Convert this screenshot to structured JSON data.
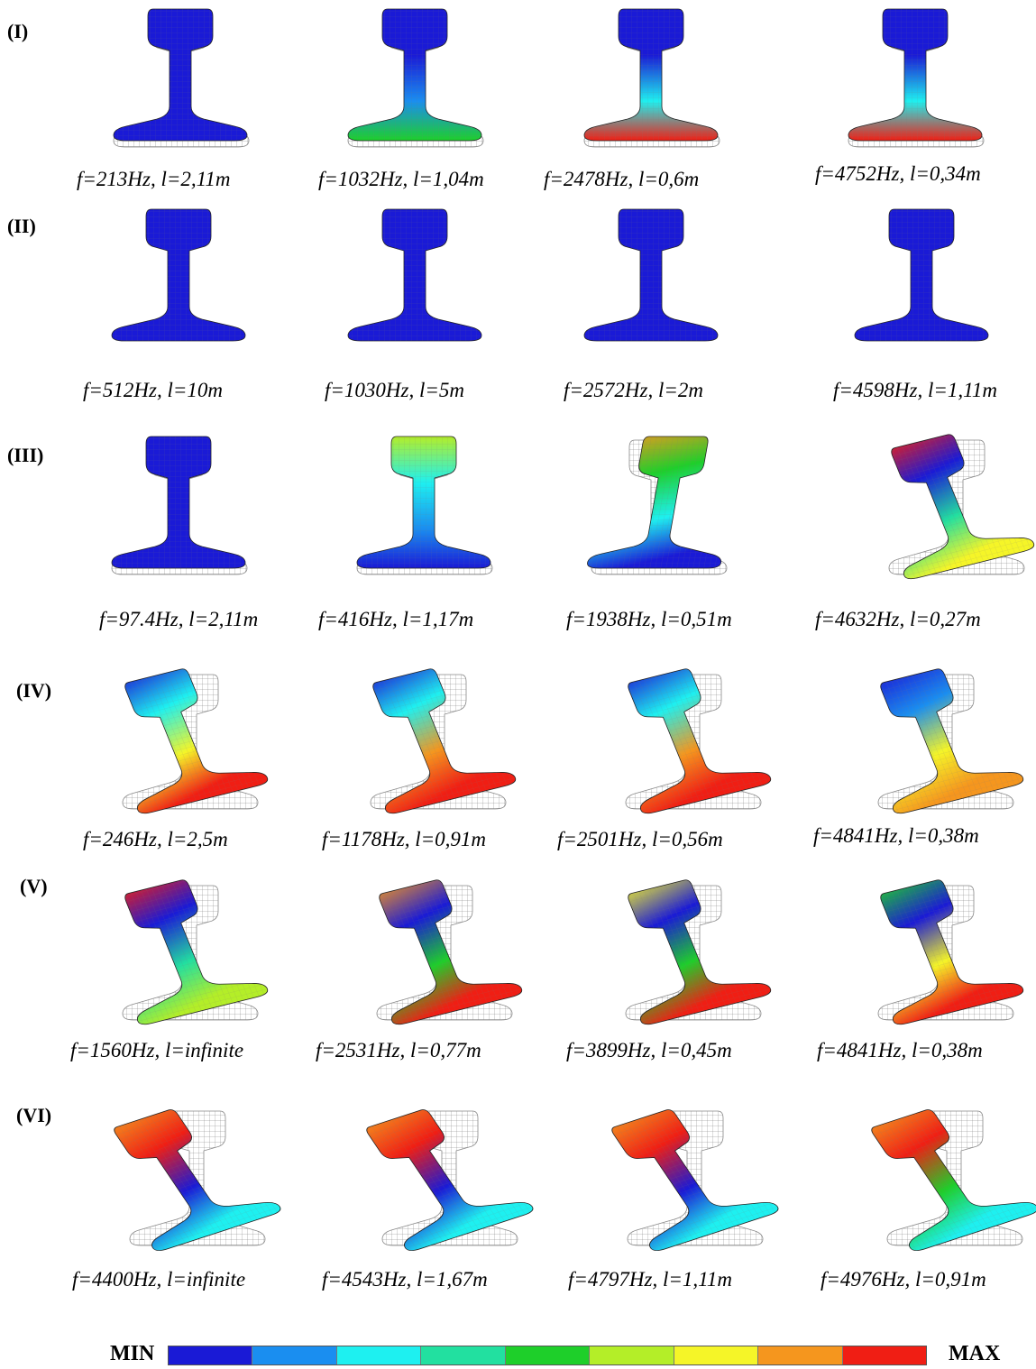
{
  "rows": [
    {
      "label": "(I)",
      "captions": [
        "f=213Hz, l=2,11m",
        "f=1032Hz, l=1,04m",
        "f=2478Hz, l=0,6m",
        "f=4752Hz, l=0,34m"
      ]
    },
    {
      "label": "(II)",
      "captions": [
        "f=512Hz, l=10m",
        "f=1030Hz, l=5m",
        "f=2572Hz, l=2m",
        "f=4598Hz, l=1,11m"
      ]
    },
    {
      "label": "(III)",
      "captions": [
        "f=97.4Hz, l=2,11m",
        "f=416Hz, l=1,17m",
        "f=1938Hz, l=0,51m",
        "f=4632Hz, l=0,27m"
      ]
    },
    {
      "label": "(IV)",
      "captions": [
        "f=246Hz, l=2,5m",
        "f=1178Hz, l=0,91m",
        "f=2501Hz, l=0,56m",
        "f=4841Hz, l=0,38m"
      ]
    },
    {
      "label": "(V)",
      "captions": [
        "f=1560Hz, l=infinite",
        "f=2531Hz, l=0,77m",
        "f=3899Hz, l=0,45m",
        "f=4841Hz, l=0,38m"
      ]
    },
    {
      "label": "(VI)",
      "captions": [
        "f=4400Hz, l=infinite",
        "f=4543Hz, l=1,67m",
        "f=4797Hz, l=1,11m",
        "f=4976Hz, l=0,91m"
      ]
    }
  ],
  "legend": {
    "min_label": "MIN",
    "max_label": "MAX",
    "colors": [
      "#1a1ad6",
      "#1a8ef0",
      "#1ef0f0",
      "#22e0a0",
      "#1ecf2a",
      "#b4ee28",
      "#f5f528",
      "#f5961e",
      "#f01e14"
    ]
  },
  "palette": {
    "blue": "#1a1ad6",
    "lightblue": "#1a8ef0",
    "cyan": "#1ef0f0",
    "teal": "#22e0a0",
    "green": "#1ecf2a",
    "lime": "#b4ee28",
    "yellow": "#f5f528",
    "orange": "#f5961e",
    "red": "#f01e14"
  }
}
